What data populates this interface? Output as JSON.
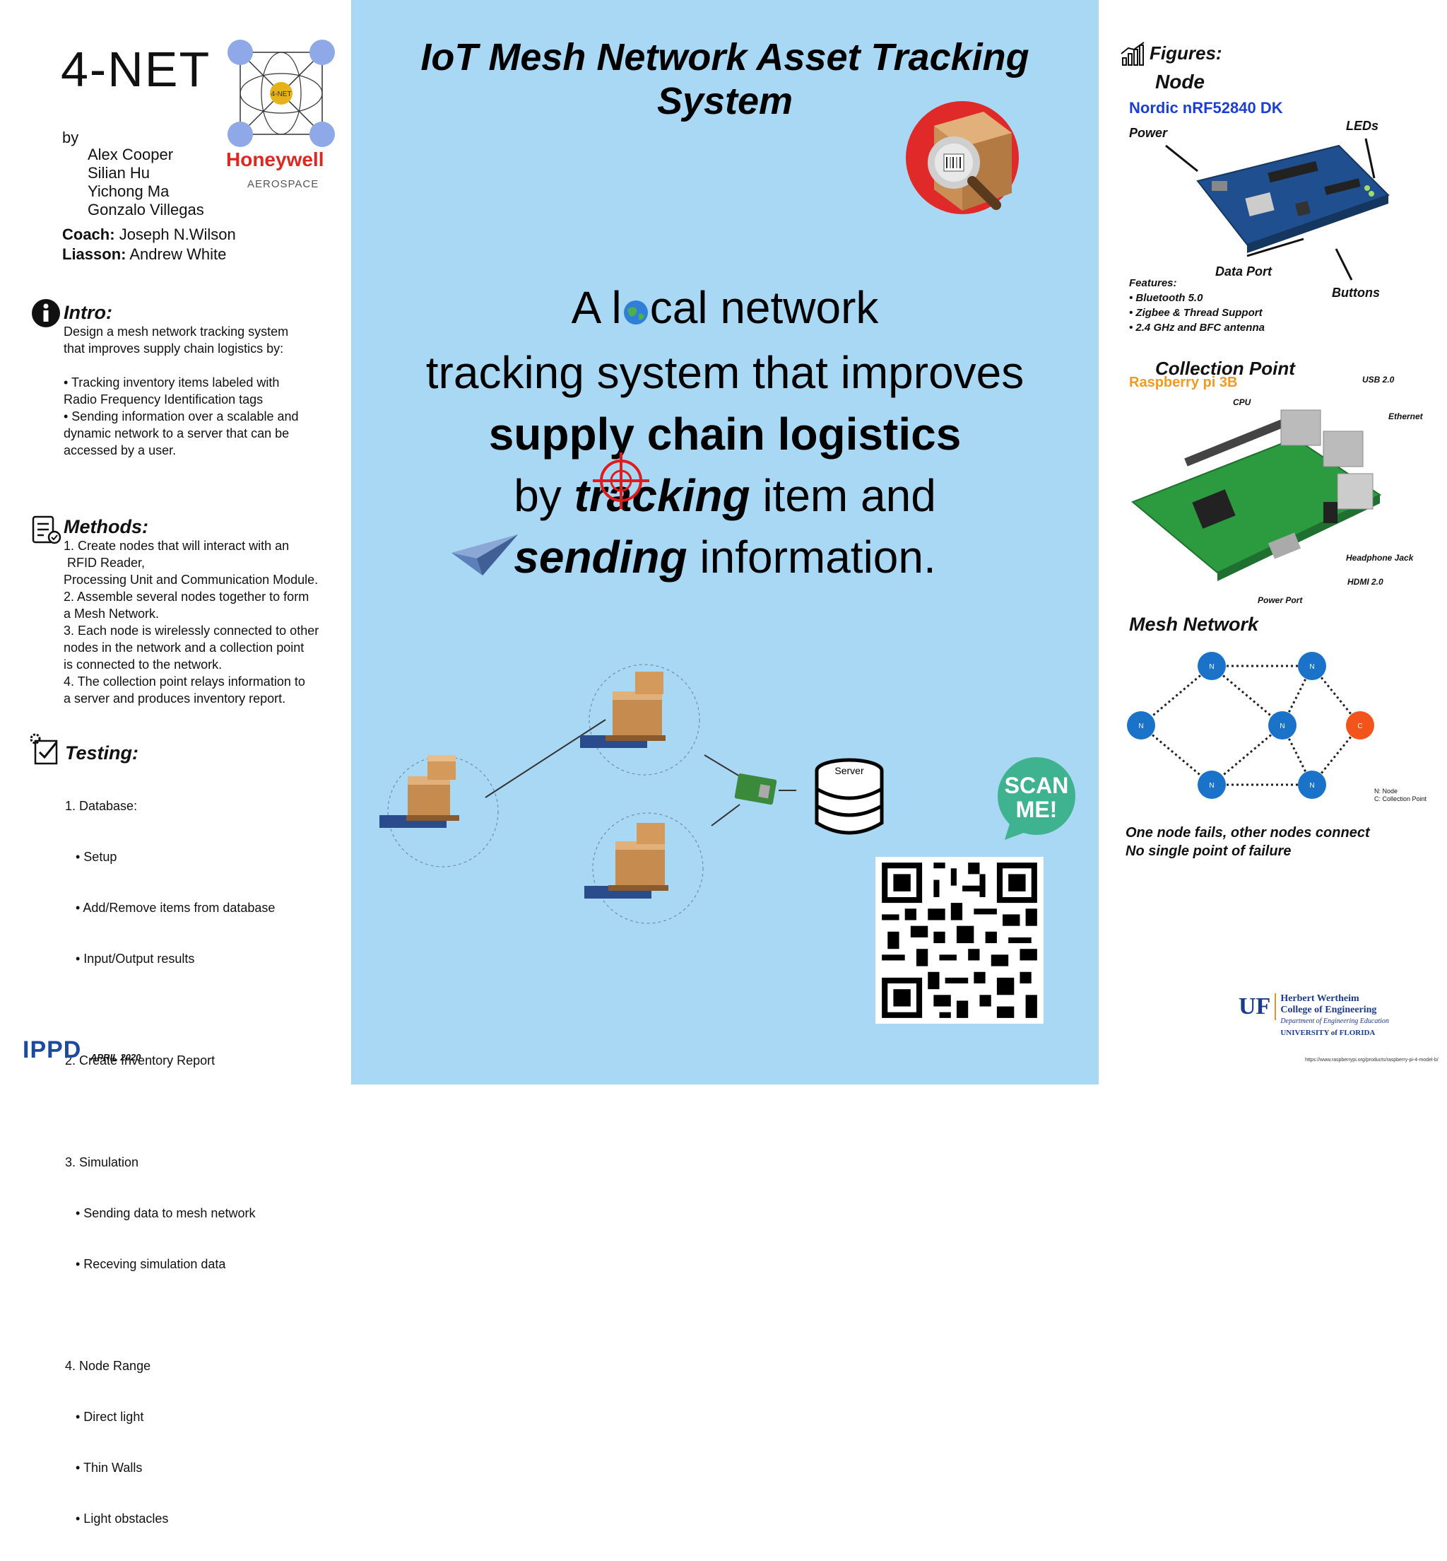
{
  "left": {
    "team_name": "4-NET",
    "by": "by",
    "members": [
      "Alex Cooper",
      "Silian Hu",
      "Yichong Ma",
      "Gonzalo Villegas"
    ],
    "coach_label": "Coach:",
    "coach": "Joseph N.Wilson",
    "liaison_label": "Liasson:",
    "liaison": "Andrew White",
    "logo_badge": "4-NET",
    "sponsor": "Honeywell",
    "sponsor_sub": "AEROSPACE",
    "intro": {
      "heading": "Intro:",
      "line1": "Design a mesh network tracking system",
      "line2": "that improves supply chain logistics by:",
      "bullets": [
        "• Tracking inventory items labeled with",
        "Radio Frequency Identification tags",
        "• Sending information over a scalable and",
        "dynamic network to a server that can be",
        "accessed by a user."
      ]
    },
    "methods": {
      "heading": "Methods:",
      "lines": [
        "1. Create nodes that will interact with an",
        " RFID Reader,",
        "Processing Unit and Communication Module.",
        "2. Assemble several nodes together to form",
        "a Mesh Network.",
        "3. Each node is wirelessly connected to other",
        "nodes in the network and a collection point",
        "is connected to the network.",
        "4. The collection point relays information to",
        "a server and produces inventory report."
      ]
    },
    "testing": {
      "heading": "Testing:",
      "lines": [
        "1. Database:",
        "   • Setup",
        "   • Add/Remove items from database",
        "   • Input/Output results",
        "",
        "2. Create Inventory Report",
        "",
        "3. Simulation",
        "   • Sending data to mesh network",
        "   • Receving simulation data",
        "",
        "4. Node Range",
        "   • Direct light",
        "   • Thin Walls",
        "   • Light obstacles"
      ]
    },
    "ippd": "IPPD",
    "date": "APRIL 2020"
  },
  "middle": {
    "title": "IoT Mesh Network Asset Tracking System",
    "tag_a": "A l",
    "tag_b": "cal network",
    "tag_line2": "tracking system that improves",
    "tag_line3": "supply chain logistics",
    "tag_by": "by ",
    "tag_tracking": "tracking",
    "tag_item": " item and",
    "tag_sending": "sending",
    "tag_info": " information.",
    "server_label": "Server",
    "scan_line1": "SCAN",
    "scan_line2": "ME!"
  },
  "right": {
    "figures_heading": "Figures:",
    "node_title": "Node",
    "node_board": "Nordic nRF52840 DK",
    "lbl_power": "Power",
    "lbl_leds": "LEDs",
    "lbl_dataport": "Data Port",
    "lbl_buttons": "Buttons",
    "features_label": "Features:",
    "features": [
      "• Bluetooth 5.0",
      "• Zigbee & Thread Support",
      "• 2.4 GHz and BFC antenna"
    ],
    "cp_title": "Collection Point",
    "cp_board": "Raspberry pi 3B",
    "lbl_usb": "USB 2.0",
    "lbl_cpu": "CPU",
    "lbl_ethernet": "Ethernet",
    "lbl_headphone": "Headphone Jack",
    "lbl_hdmi": "HDMI 2.0",
    "lbl_powerport": "Power Port",
    "mesh_title": "Mesh Network",
    "node_letter": "N",
    "cp_letter": "C",
    "legend_n": "N: Node",
    "legend_c": "C: Collection Point",
    "mesh_cap1": "One node fails, other nodes connect",
    "mesh_cap2": "No single point of failure",
    "uf_mark": "UF",
    "uf_line1": "Herbert Wertheim",
    "uf_line2": "College of Engineering",
    "uf_line3": "Department of Engineering Education",
    "uf_line4": "UNIVERSITY of FLORIDA",
    "source_url": "https://www.raspberrypi.org/products/raspberry-pi-4-model-b/"
  },
  "colors": {
    "mid_bg": "#a9d8f5",
    "honeywell_red": "#e0261f",
    "node_blue": "#1a73c9",
    "cp_orange": "#f2541b",
    "nordic_blue": "#1d3ed6",
    "rpi_orange": "#f39a1e"
  }
}
